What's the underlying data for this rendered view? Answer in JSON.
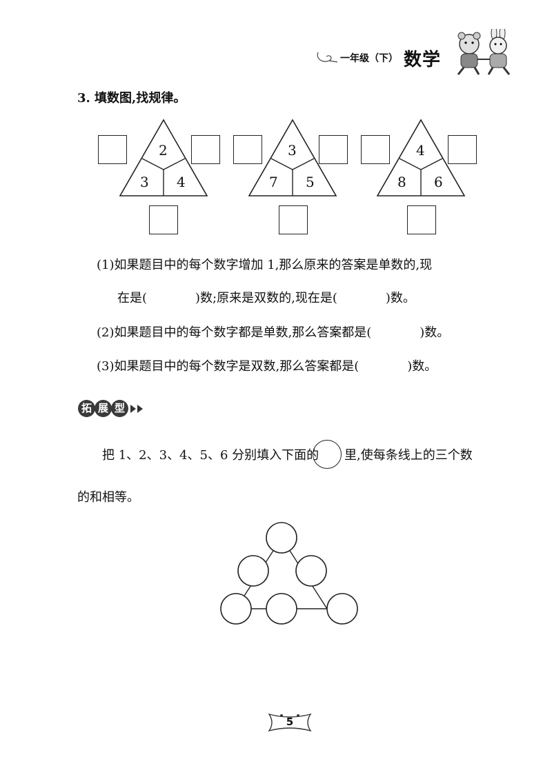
{
  "header": {
    "grade": "一年级（下）",
    "subject": "数学"
  },
  "question": {
    "title": "3. 填数图,找规律。",
    "triangles": [
      {
        "top": "2",
        "left": "3",
        "right": "4"
      },
      {
        "top": "3",
        "left": "7",
        "right": "5"
      },
      {
        "top": "4",
        "left": "8",
        "right": "6"
      }
    ],
    "sub1_line1": "(1)如果题目中的每个数字增加 1,那么原来的答案是单数的,现",
    "sub1_line2_a": "在是(",
    "sub1_line2_b": ")数;原来是双数的,现在是(",
    "sub1_line2_c": ")数。",
    "sub2_a": "(2)如果题目中的每个数字都是单数,那么答案都是(",
    "sub2_b": ")数。",
    "sub3_a": "(3)如果题目中的每个数字是双数,那么答案都是(",
    "sub3_b": ")数。"
  },
  "extension": {
    "badge_chars": [
      "拓",
      "展",
      "型"
    ],
    "line1_a": "把 1、2、3、4、5、6 分别填入下面的",
    "line1_b": "里,使每条线上的三个数",
    "line2": "的和相等。"
  },
  "page_number": "5"
}
